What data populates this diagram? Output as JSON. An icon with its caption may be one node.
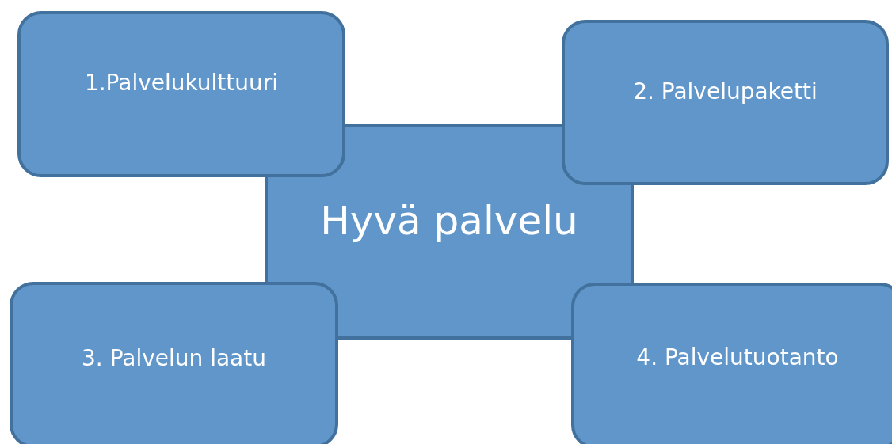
{
  "diagram": {
    "nodes": [
      {
        "text": [
          "Hyvä palvelu"
        ]
      },
      {
        "text": [
          "1.Palvelukulttuuri"
        ]
      },
      {
        "text": [
          "2. Palvelupaketti"
        ]
      },
      {
        "text": [
          "3. Palvelun laatu"
        ]
      },
      {
        "text": [
          "4. Palvelutuotanto"
        ]
      }
    ]
  }
}
